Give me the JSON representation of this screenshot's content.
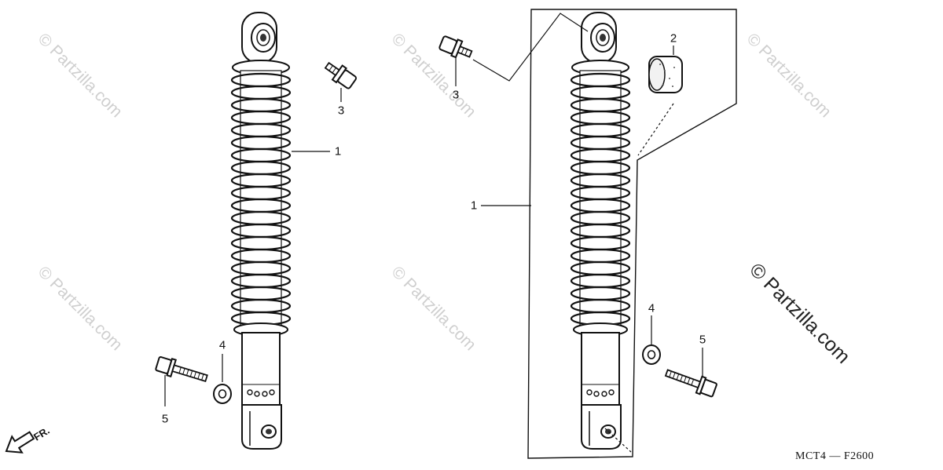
{
  "watermark": "© Partzilla.com",
  "callouts": {
    "left_shock": "1",
    "left_bolt_top": "3",
    "left_washer": "4",
    "left_bolt_bottom": "5",
    "right_shock": "1",
    "right_bushing": "2",
    "right_bolt_top": "3",
    "right_washer": "4",
    "right_bolt_bottom": "5"
  },
  "front_indicator": "FR.",
  "diagram_code": "MCT4 — F2600",
  "colors": {
    "line": "#111111",
    "watermark": "#cfcfcf",
    "background": "#ffffff"
  }
}
